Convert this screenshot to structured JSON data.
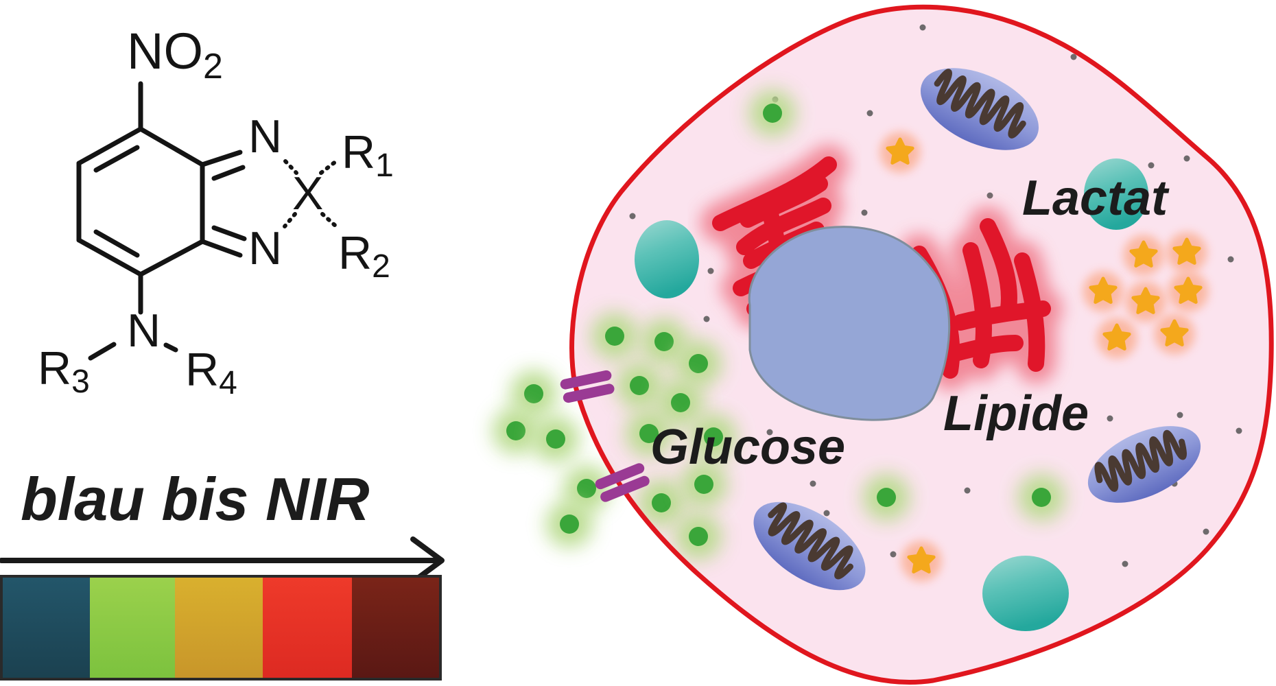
{
  "molecule": {
    "substituent_top": "NO",
    "substituent_top_subscript": "2",
    "ring_atom_top": "N",
    "ring_atom_bottom": "N",
    "bridge_atom": "X",
    "r_groups": [
      {
        "base": "R",
        "sub": "1"
      },
      {
        "base": "R",
        "sub": "2"
      },
      {
        "base": "R",
        "sub": "3"
      },
      {
        "base": "R",
        "sub": "4"
      }
    ],
    "amine_atom": "N"
  },
  "spectrum": {
    "label": "blau bis NIR",
    "direction_icon": "right-arrow-icon",
    "swatches": [
      {
        "name": "blau",
        "color": "#1b4150",
        "color_light": "#23566a"
      },
      {
        "name": "grün",
        "color": "#7cc23e",
        "color_light": "#9bd14c"
      },
      {
        "name": "gelb-orange",
        "color": "#c8962a",
        "color_light": "#d9b02e"
      },
      {
        "name": "rot",
        "color": "#dd2a22",
        "color_light": "#ee3a2a"
      },
      {
        "name": "NIR",
        "color": "#5a1814",
        "color_light": "#7a2418"
      }
    ]
  },
  "cell": {
    "labels": {
      "glucose": "Glucose",
      "lipids": "Lipide",
      "lactate": "Lactat"
    },
    "colors": {
      "membrane": "#e0161e",
      "cytoplasm": "#fbe3ee",
      "nucleus": "#95a6d6",
      "er": "#e0162a",
      "er_glow": "#f07a8a",
      "mitochondrion": "#7b88cf",
      "mitochondrion_light": "#a6b0e2",
      "cristae": "#4a3a32",
      "vesicle": "#2fb0a6",
      "vesicle_light": "#8fd3cc",
      "glucose": "#3aa63a",
      "glucose_glow": "#b8db8c",
      "lactate": "#f4a81c",
      "lactate_glow": "#fbb39a",
      "transporter": "#9a3a94",
      "granule": "#555555"
    }
  }
}
